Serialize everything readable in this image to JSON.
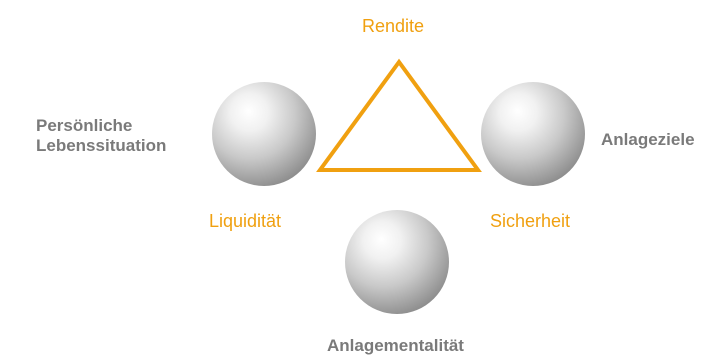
{
  "triangle": {
    "top_label": "Rendite",
    "left_label": "Liquidität",
    "right_label": "Sicherheit",
    "color": "#f0a010"
  },
  "spheres": {
    "left": {
      "label_line1": "Persönliche",
      "label_line2": "Lebenssituation"
    },
    "right": {
      "label": "Anlageziele"
    },
    "bottom": {
      "label": "Anlagementalität"
    },
    "color_light": "#fafafa",
    "color_dark": "#8c8c8c"
  },
  "colors": {
    "label_gray": "#7a7a7a",
    "label_orange": "#f0a010",
    "background": "#ffffff"
  }
}
